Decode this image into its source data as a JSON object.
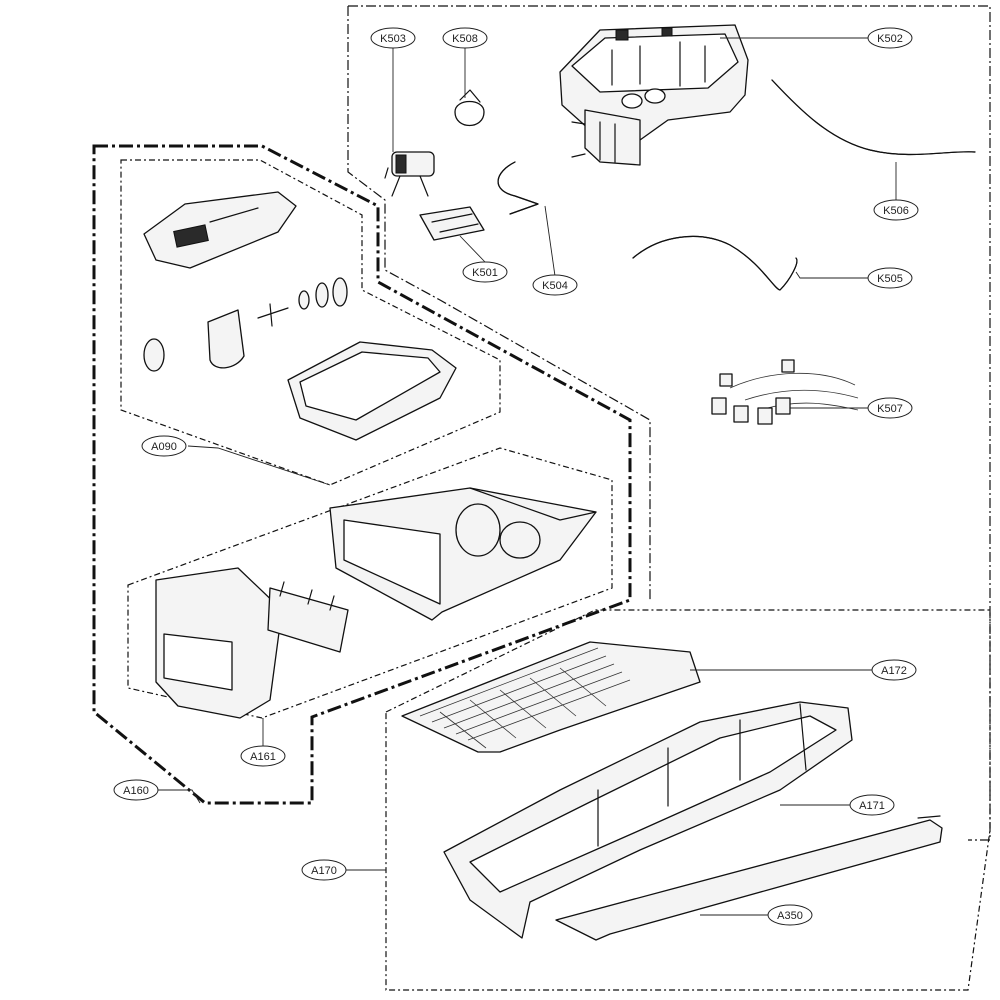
{
  "diagram": {
    "callouts": {
      "k503": "K503",
      "k508": "K508",
      "k502": "K502",
      "k506": "K506",
      "k501": "K501",
      "k504": "K504",
      "k505": "K505",
      "k507": "K507",
      "a090": "A090",
      "a172": "A172",
      "a161": "A161",
      "a171": "A171",
      "a160": "A160",
      "a170": "A170",
      "a350": "A350"
    }
  }
}
